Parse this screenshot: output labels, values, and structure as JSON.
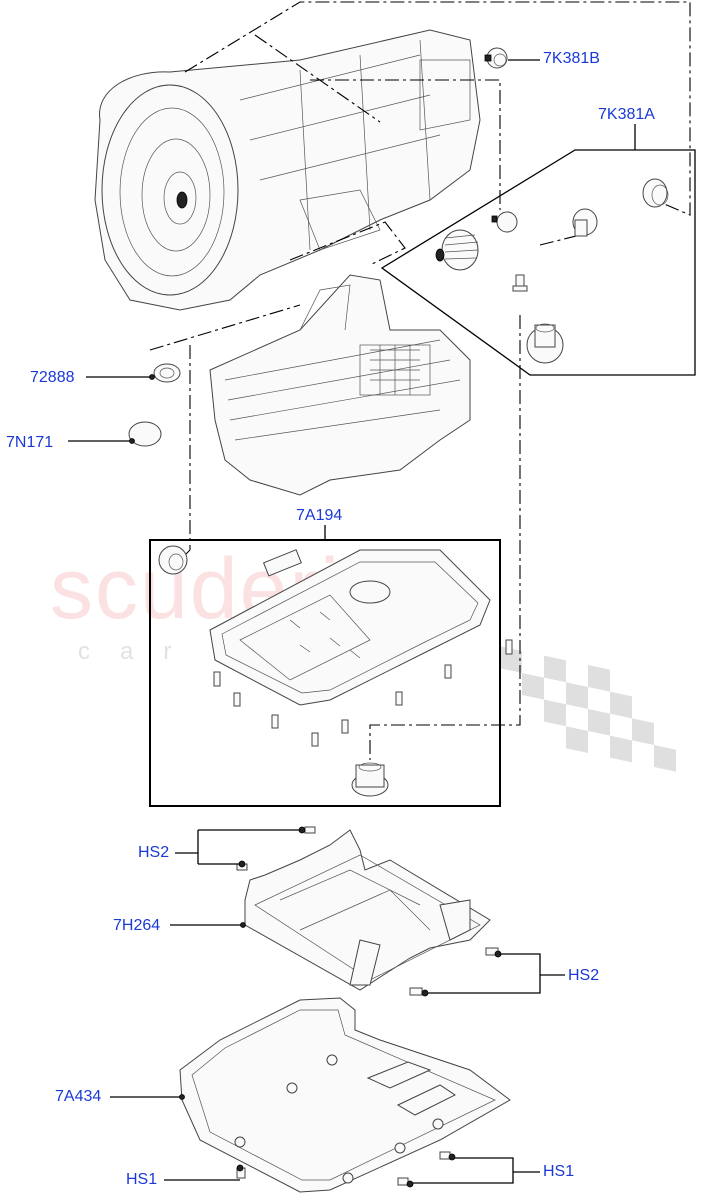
{
  "watermark": {
    "brand": "scuderia",
    "sub": "car parts"
  },
  "labels": {
    "k7_381b": "7K381B",
    "k7_381a": "7K381A",
    "p72888": "72888",
    "n7_171": "7N171",
    "a7_194": "7A194",
    "hs2_top": "HS2",
    "h7_264": "7H264",
    "hs2_right": "HS2",
    "a7_434": "7A434",
    "hs1_left": "HS1",
    "hs1_right": "HS1"
  },
  "colors": {
    "label": "#1a39d8",
    "line": "#000000",
    "watermark": "#ec7878"
  }
}
